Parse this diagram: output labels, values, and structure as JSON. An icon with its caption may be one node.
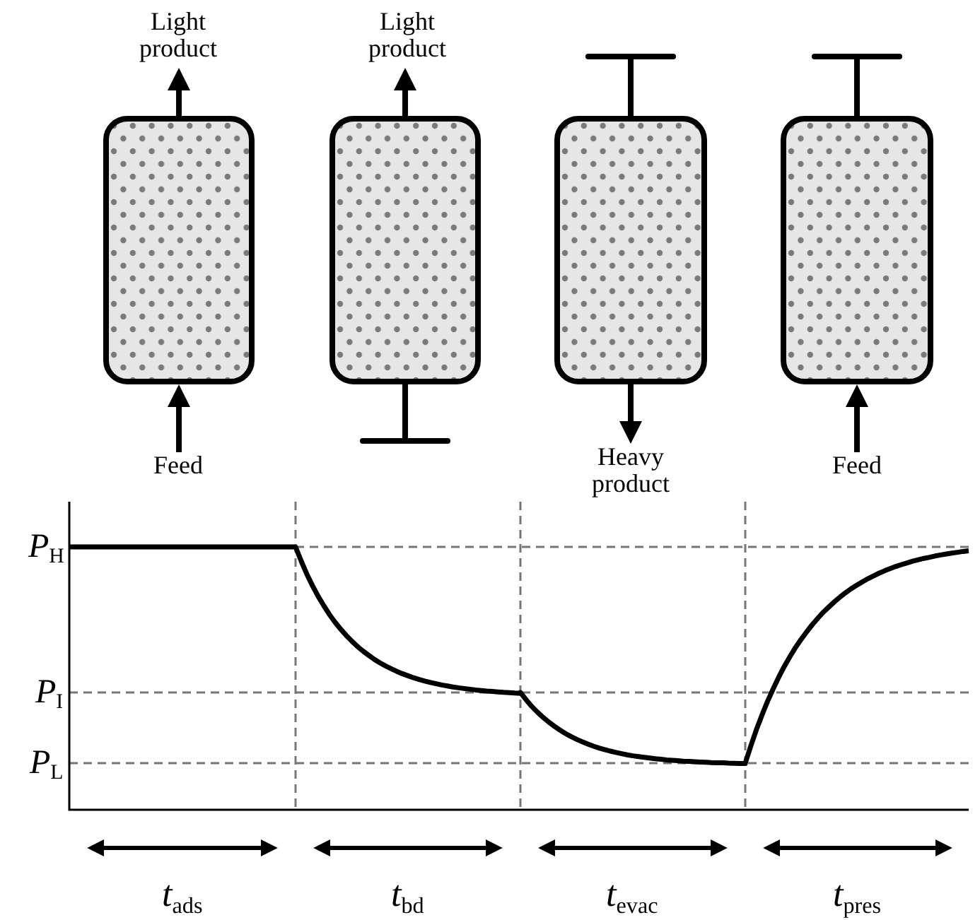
{
  "diagram": {
    "nodes": [
      {
        "text": [
          "Light product"
        ]
      },
      {
        "text": [
          "Light product"
        ]
      },
      {
        "text": [],
        "shape": "box"
      },
      {
        "text": [],
        "shape": "box"
      },
      {
        "text": [],
        "shape": "box"
      },
      {
        "text": [],
        "shape": "box"
      },
      {
        "text": [
          "Feed"
        ]
      },
      {
        "text": [
          "Heavy product"
        ]
      },
      {
        "text": [
          "Feed"
        ]
      }
    ],
    "edges": [
      {
        "from": 2,
        "to": 0,
        "arrow": "to"
      },
      {
        "from": 6,
        "to": 2,
        "arrow": "to"
      },
      {
        "from": 3,
        "to": 1,
        "arrow": "to"
      },
      {
        "from": 3,
        "to": null,
        "arrow": "other"
      },
      {
        "from": 4,
        "to": null,
        "arrow": "other"
      },
      {
        "from": 4,
        "to": 7,
        "arrow": "to"
      },
      {
        "from": 5,
        "to": null,
        "arrow": "other"
      },
      {
        "from": 8,
        "to": 5,
        "arrow": "to"
      }
    ],
    "labels": [
      "*P*$_{H}$",
      "*P*$_{I}$",
      "*P*$_{L}$",
      "*t*$_{ads}$",
      "*t*$_{bd}$",
      "*t*$_{evac}$",
      "*t*$_{pres}$"
    ]
  }
}
